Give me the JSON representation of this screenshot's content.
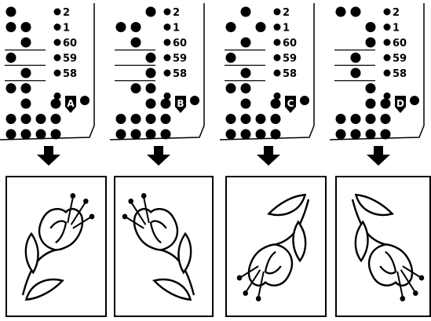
{
  "row_labels": [
    "2",
    "1",
    "60",
    "59",
    "58"
  ],
  "panels": [
    {
      "key": "A",
      "flower_orientation": "upright, head tilted right",
      "rows": [
        [
          1,
          0,
          0,
          0
        ],
        [
          1,
          1,
          0,
          0
        ],
        [
          0,
          1,
          0,
          0
        ],
        [
          1,
          0,
          0,
          0
        ],
        [
          0,
          1,
          0,
          0
        ],
        [
          1,
          1,
          0,
          0
        ],
        [
          0,
          1,
          0,
          1
        ],
        [
          1,
          1,
          1,
          1
        ],
        [
          1,
          1,
          1,
          1
        ]
      ]
    },
    {
      "key": "B",
      "flower_orientation": "upright, head tilted left",
      "rows": [
        [
          0,
          0,
          1,
          0
        ],
        [
          1,
          1,
          0,
          0
        ],
        [
          0,
          1,
          0,
          0
        ],
        [
          0,
          0,
          1,
          0
        ],
        [
          0,
          0,
          1,
          0
        ],
        [
          0,
          1,
          1,
          0
        ],
        [
          0,
          0,
          1,
          1
        ],
        [
          1,
          1,
          1,
          1
        ],
        [
          1,
          1,
          1,
          1
        ]
      ]
    },
    {
      "key": "C",
      "flower_orientation": "inverted, head hanging left",
      "rows": [
        [
          0,
          1,
          0,
          0
        ],
        [
          1,
          0,
          1,
          0
        ],
        [
          0,
          1,
          0,
          0
        ],
        [
          1,
          0,
          0,
          0
        ],
        [
          0,
          1,
          0,
          0
        ],
        [
          1,
          1,
          0,
          0
        ],
        [
          0,
          1,
          0,
          1
        ],
        [
          1,
          1,
          1,
          1
        ],
        [
          1,
          1,
          1,
          1
        ]
      ]
    },
    {
      "key": "D",
      "flower_orientation": "inverted, head hanging right",
      "rows": [
        [
          1,
          1,
          0,
          0
        ],
        [
          0,
          0,
          1,
          0
        ],
        [
          0,
          0,
          1,
          0
        ],
        [
          0,
          1,
          0,
          0
        ],
        [
          0,
          1,
          0,
          0
        ],
        [
          0,
          0,
          1,
          0
        ],
        [
          0,
          0,
          1,
          1
        ],
        [
          1,
          1,
          1,
          1
        ],
        [
          1,
          1,
          1,
          1
        ]
      ]
    }
  ],
  "colors": {
    "ink": "#000000",
    "paper": "#ffffff"
  }
}
